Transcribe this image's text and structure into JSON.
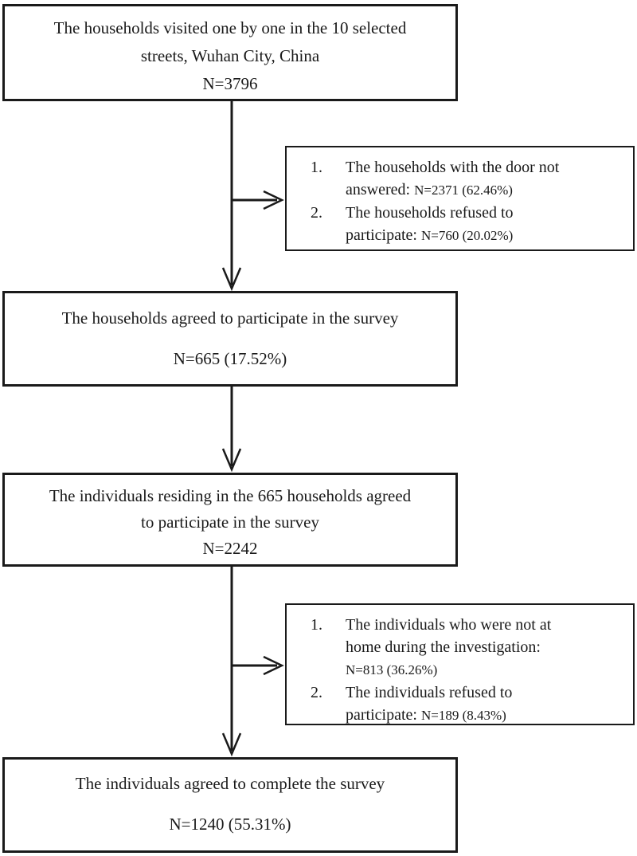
{
  "colors": {
    "ink": "#1a1a1a",
    "background": "#ffffff"
  },
  "flow": {
    "start": {
      "line1": "The households visited one by one in the 10 selected",
      "line2": "streets, Wuhan City, China",
      "n": "N=3796"
    },
    "households_excluded": {
      "item1": {
        "num": "1.",
        "line1": "The households with the door not",
        "line2": "answered:",
        "value": "N=2371 (62.46%)"
      },
      "item2": {
        "num": "2.",
        "line1": "The households refused to",
        "line2": "participate:",
        "value": "N=760 (20.02%)"
      }
    },
    "households_agreed": {
      "line1": "The households agreed to participate in the survey",
      "n": "N=665 (17.52%)"
    },
    "individuals_residing": {
      "line1": "The individuals residing in the 665 households agreed",
      "line2": "to participate in the survey",
      "n": "N=2242"
    },
    "individuals_excluded": {
      "item1": {
        "num": "1.",
        "line1": "The individuals who were not at",
        "line2": "home during the investigation:",
        "value": "N=813 (36.26%)"
      },
      "item2": {
        "num": "2.",
        "line1": "The individuals refused to",
        "line2": "participate:",
        "value": "N=189  (8.43%)"
      }
    },
    "individuals_completed": {
      "line1": "The individuals agreed to complete the survey",
      "n": "N=1240 (55.31%)"
    }
  }
}
